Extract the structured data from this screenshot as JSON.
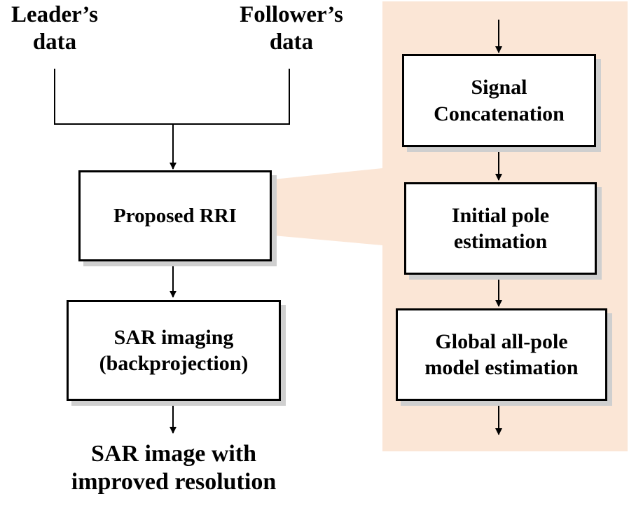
{
  "colors": {
    "detail_panel": "#fbe6d6",
    "stroke": "#000000",
    "shadow": "#cfcfcf"
  },
  "inputs": {
    "leader": [
      "Leader’s",
      "data"
    ],
    "follower": [
      "Follower’s",
      "data"
    ]
  },
  "main_flow": {
    "rri": [
      "Proposed RRI"
    ],
    "sar_imaging": [
      "SAR imaging",
      "(backprojection)"
    ],
    "output": [
      "SAR image with",
      "improved resolution"
    ]
  },
  "detail_flow": {
    "concat": [
      "Signal",
      "Concatenation"
    ],
    "initial_pole": [
      "Initial pole",
      "estimation"
    ],
    "global_model": [
      "Global all-pole",
      "model estimation"
    ]
  }
}
